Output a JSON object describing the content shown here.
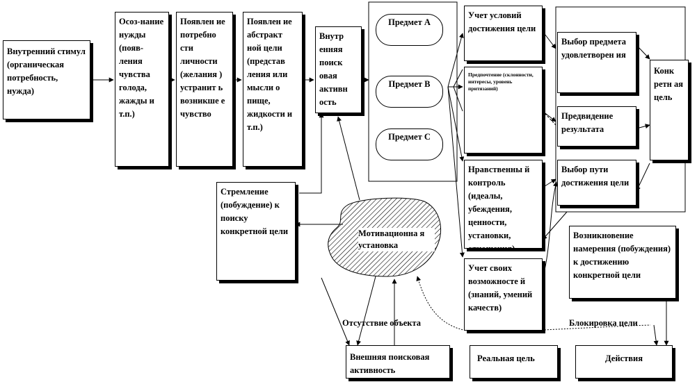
{
  "boxes": {
    "internal_stimulus": "Внутренний стимул (органическая потребность, нужда)",
    "need_awareness": "Осоз-нание нужды (появ-ления чувства голода, жажды и т.п.)",
    "personality_need": "Появлен ие потребно сти личности (желания ) устранит ь возникше е чувство",
    "abstract_goal": "Появлен ие абстракт ной цели (представ ления или мысли о пище, жидкости и т.п.)",
    "internal_search": "Внутр енняя поиск овая активн ость",
    "object_a": "Предмет А",
    "object_b": "Предмет В",
    "object_c": "Предмет С",
    "conditions": "Учет условий достижения цели",
    "preference": "Предпочтение (склонности, интересы, уровень притязаний)",
    "moral_control": "Нравственны й контроль (идеалы, убеждения, ценности, установки, отношения)",
    "own_abilities": "Учет своих возможносте й (знаний, умений качеств)",
    "choose_object": "Выбор предмета удовлетворен ия",
    "predict_result": "Предвидение результата",
    "choose_path": "Выбор пути достижения цели",
    "concrete_goal": "Конк ретн ая цель",
    "striving": "Стремление (побуждение) к поиску конкретной цели",
    "motivational_set": "Мотивационна я установка",
    "intention": "Возникновение намерения (побуждения) к достижению конкретной цели",
    "external_search": "Внешняя поисковая активность",
    "real_goal": "Реальная цель",
    "actions": "Действия"
  },
  "labels": {
    "absence_of_object": "Отсутствие объекта",
    "goal_blocking": "Блокировка цели"
  }
}
